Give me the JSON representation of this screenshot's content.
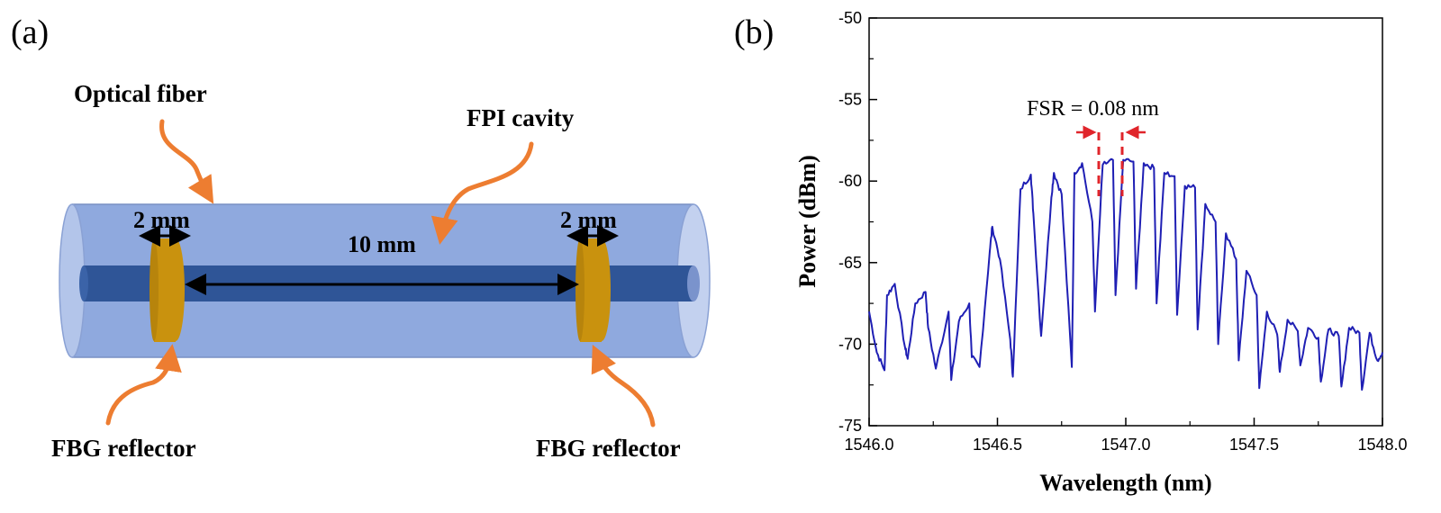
{
  "panel_a": {
    "label": "(a)",
    "optical_fiber": "Optical fiber",
    "fpi_cavity": "FPI cavity",
    "fbg_left_width": "2 mm",
    "fbg_right_width": "2 mm",
    "cavity_length": "10 mm",
    "fbg_left_label": "FBG reflector",
    "fbg_right_label": "FBG reflector",
    "colors": {
      "cladding": "#8fa9de",
      "core": "#2f5597",
      "fbg": "#c9920e",
      "arrow": "#ed7d31"
    }
  },
  "panel_b": {
    "label": "(b)",
    "fsr_annotation": "FSR = 0.08 nm",
    "colors": {
      "trace": "#1f1fb4",
      "marker": "#e0252b"
    }
  },
  "chart_data": {
    "type": "line",
    "title": "",
    "xlabel": "Wavelength (nm)",
    "ylabel": "Power (dBm)",
    "xlim": [
      1546.0,
      1548.0
    ],
    "ylim": [
      -75,
      -50
    ],
    "x_ticks": [
      "1546.0",
      "1546.5",
      "1547.0",
      "1547.5",
      "1548.0"
    ],
    "y_ticks": [
      "-50",
      "-55",
      "-60",
      "-65",
      "-70",
      "-75"
    ],
    "grid": false,
    "series": [
      {
        "x": [
          1546.0,
          1546.03,
          1546.06,
          1546.07,
          1546.1,
          1546.14,
          1546.15,
          1546.18,
          1546.22,
          1546.23,
          1546.26,
          1546.31,
          1546.32,
          1546.35,
          1546.39,
          1546.4,
          1546.43,
          1546.47,
          1546.48,
          1546.51,
          1546.55,
          1546.56,
          1546.59,
          1546.63,
          1546.64,
          1546.67,
          1546.71,
          1546.72,
          1546.75,
          1546.79,
          1546.8,
          1546.83,
          1546.87,
          1546.88,
          1546.91,
          1546.95,
          1546.96,
          1546.99,
          1547.03,
          1547.04,
          1547.07,
          1547.11,
          1547.12,
          1547.15,
          1547.19,
          1547.2,
          1547.23,
          1547.27,
          1547.28,
          1547.31,
          1547.35,
          1547.36,
          1547.39,
          1547.43,
          1547.44,
          1547.47,
          1547.51,
          1547.52,
          1547.55,
          1547.59,
          1547.6,
          1547.63,
          1547.67,
          1547.68,
          1547.71,
          1547.75,
          1547.76,
          1547.79,
          1547.83,
          1547.84,
          1547.87,
          1547.91,
          1547.92,
          1547.95,
          1547.98,
          1548.0
        ],
        "y": [
          -68.0,
          -70.5,
          -71.6,
          -67.0,
          -66.3,
          -70.2,
          -70.9,
          -67.5,
          -66.8,
          -69.0,
          -71.5,
          -68.0,
          -72.2,
          -68.6,
          -67.5,
          -70.8,
          -71.4,
          -64.3,
          -62.8,
          -64.8,
          -69.7,
          -72.0,
          -60.5,
          -59.6,
          -62.0,
          -69.5,
          -61.0,
          -59.5,
          -60.8,
          -71.4,
          -59.5,
          -58.9,
          -62.5,
          -68.0,
          -59.0,
          -58.7,
          -67.0,
          -58.7,
          -58.8,
          -66.6,
          -58.9,
          -59.2,
          -67.5,
          -59.5,
          -59.7,
          -68.2,
          -60.3,
          -60.4,
          -69.1,
          -61.4,
          -62.5,
          -70.0,
          -63.2,
          -64.8,
          -71.0,
          -65.5,
          -67.0,
          -72.7,
          -68.0,
          -69.4,
          -71.7,
          -68.5,
          -69.2,
          -71.3,
          -69.0,
          -69.6,
          -72.3,
          -69.1,
          -69.5,
          -72.6,
          -69.0,
          -69.3,
          -72.8,
          -69.3,
          -71.0,
          -70.5
        ]
      }
    ],
    "annotations": [
      "FSR = 0.08 nm"
    ]
  }
}
